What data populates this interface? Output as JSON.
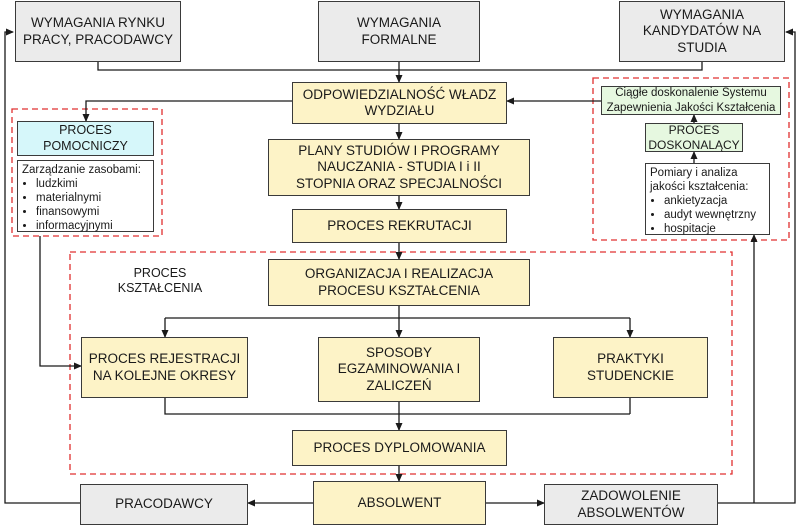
{
  "top": {
    "labor_market": "WYMAGANIA RYNKU\nPRACY, PRACODAWCY",
    "formal": "WYMAGANIA\nFORMALNE",
    "candidates": "WYMAGANIA\nKANDYDATÓW NA\nSTUDIA"
  },
  "flow": {
    "authority": "ODPOWIEDZIALNOŚĆ WŁADZ\nWYDZIAŁU",
    "curricula": "PLANY STUDIÓW I PROGRAMY\nNAUCZANIA - STUDIA I i II\nSTOPNIA ORAZ SPECJALNOŚCI",
    "recruitment": "PROCES REKRUTACJI",
    "organization": "ORGANIZACJA I REALIZACJA\nPROCESU KSZTAŁCENIA",
    "registration": "PROCES REJESTRACJI\nNA KOLEJNE OKRESY",
    "exams": "SPOSOBY\nEGZAMINOWANIA I\nZALICZEŃ",
    "internships": "PRAKTYKI\nSTUDENCKIE",
    "diploma": "PROCES DYPLOMOWANIA"
  },
  "education_label": "PROCES\nKSZTAŁCENIA",
  "support": {
    "title": "PROCES\nPOMOCNICZY",
    "heading": "Zarządzanie zasobami:",
    "items": [
      "ludzkimi",
      "materialnymi",
      "finansowymi",
      "informacyjnymi"
    ]
  },
  "improve": {
    "continuous": "Ciągłe doskonalenie Systemu\nZapewnienia Jakości Kształcenia",
    "title": "PROCES\nDOSKONALĄCY",
    "heading": "Pomiary i analiza\njakości kształcenia:",
    "items": [
      "ankietyzacja",
      "audyt wewnętrzny",
      "hospitacje"
    ]
  },
  "bottom": {
    "employers": "PRACODAWCY",
    "graduate": "ABSOLWENT",
    "satisfaction": "ZADOWOLENIE\nABSOLWENTÓW"
  },
  "colors": {
    "yellow": "#fdf3c7",
    "gray": "#ebebeb",
    "green": "#e6f8e0",
    "cyan": "#d6f7fa",
    "dashed": "#e03030",
    "line": "#1a1a1a"
  }
}
